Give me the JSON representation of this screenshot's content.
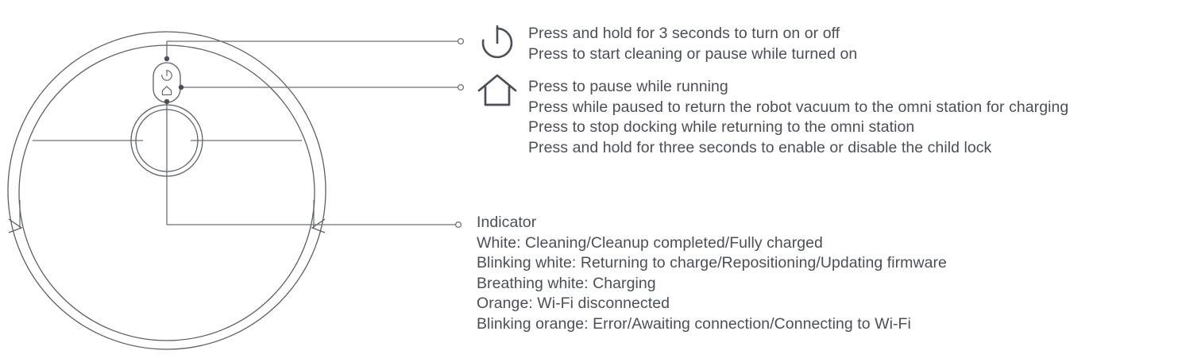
{
  "figure": {
    "name": "robot-vacuum-top-view",
    "stroke_color": "#5a5f68",
    "line_color": "#6b7079",
    "parts": {
      "body_outer": "robot-body-outer-circle",
      "bumper": "robot-bumper-arc",
      "lidar": "lidar-turret",
      "seam": "body-seam-line",
      "button_panel": "button-panel-pill",
      "power_button": "power-button",
      "home_button": "home-button"
    }
  },
  "callouts": [
    {
      "id": "power",
      "icon": "power-icon",
      "lines": [
        "Press and hold for 3 seconds to turn on or off",
        "Press to start cleaning or pause while turned on"
      ]
    },
    {
      "id": "home",
      "icon": "home-icon",
      "lines": [
        "Press to pause while running",
        "Press while paused to return the robot vacuum to the omni station for charging",
        "Press to stop docking while returning to the omni station",
        "Press and hold for three seconds to enable or disable the child lock"
      ]
    },
    {
      "id": "indicator",
      "icon": null,
      "lines": [
        "Indicator",
        "White: Cleaning/Cleanup completed/Fully charged",
        "Blinking white: Returning to charge/Repositioning/Updating firmware",
        "Breathing white: Charging",
        "Orange: Wi-Fi disconnected",
        "Blinking orange: Error/Awaiting connection/Connecting to Wi-Fi"
      ]
    }
  ]
}
